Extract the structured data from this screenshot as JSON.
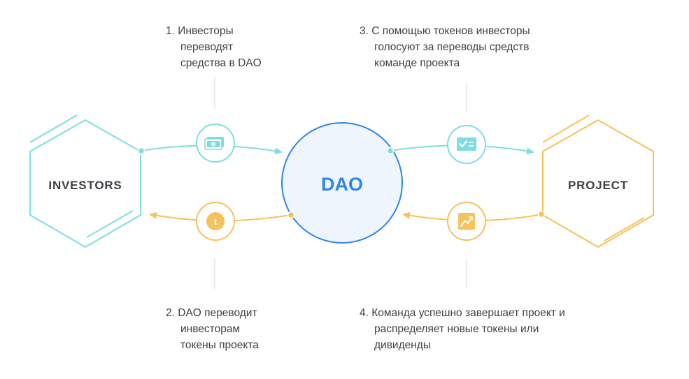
{
  "nodes": {
    "investors": {
      "label": "INVESTORS"
    },
    "dao": {
      "label": "DAO"
    },
    "project": {
      "label": "PROJECT"
    }
  },
  "steps": [
    {
      "num": "1.",
      "lines": [
        "Инвесторы",
        "переводят",
        "средства в DAO"
      ]
    },
    {
      "num": "2.",
      "lines": [
        "DAO переводит",
        "инвесторам",
        "токены проекта"
      ]
    },
    {
      "num": "3.",
      "lines": [
        "С помощью токенов инвесторы",
        "голосуют за переводы средств",
        "команде проекта"
      ]
    },
    {
      "num": "4.",
      "lines": [
        "Команда успешно завершает проект и",
        "распределяет новые токены или",
        "дивиденды"
      ]
    }
  ],
  "icons": {
    "step1": "money-icon",
    "step2": "token-coin-icon",
    "step3": "ballot-check-icon",
    "step4": "growth-chart-icon"
  },
  "coin_symbol": "t",
  "colors": {
    "investors": "#7fdde1",
    "dao": "#2f86e8",
    "dao_fill": "#eef5fd",
    "project": "#f6c25c",
    "text": "#3f3f46",
    "divider": "#dedede"
  }
}
